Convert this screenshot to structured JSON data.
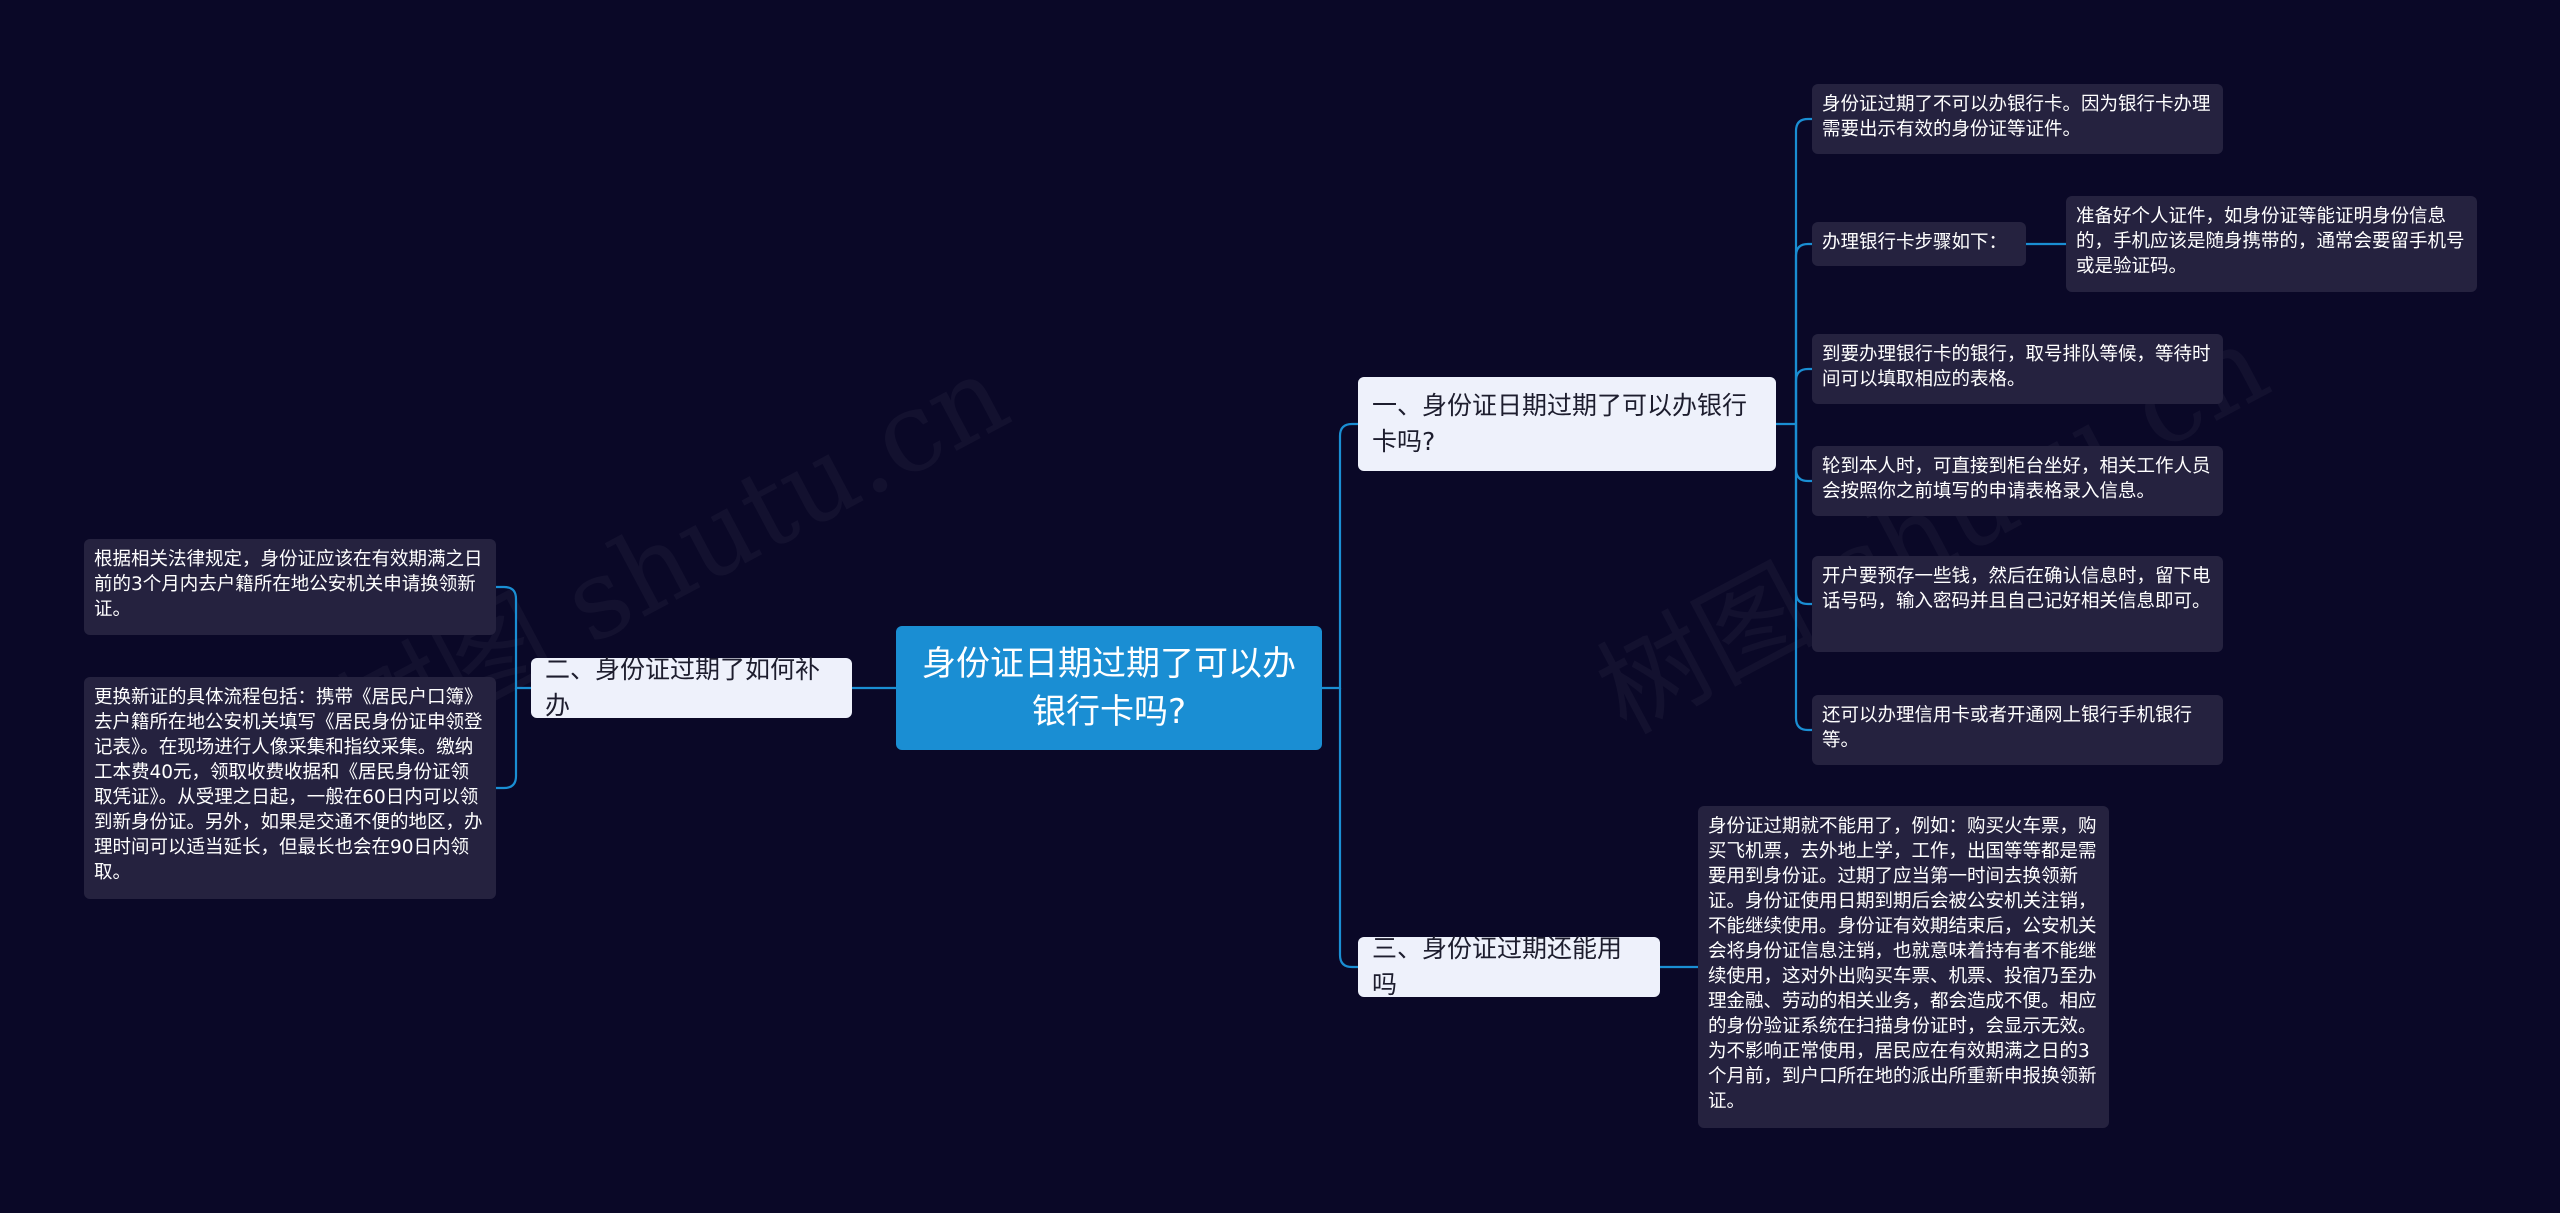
{
  "colors": {
    "background": "#0a0827",
    "root_fill": "#1a8ed3",
    "branch_fill": "#eef1fb",
    "leaf_fill": "#25223f",
    "connector": "#1a8ed3"
  },
  "watermark": "树图 shutu.cn",
  "root": {
    "text": "身份证日期过期了可以办银行卡吗?"
  },
  "branches": [
    {
      "text": "一、身份证日期过期了可以办银行卡吗?",
      "children": [
        {
          "text": "身份证过期了不可以办银行卡。因为银行卡办理需要出示有效的身份证等证件。"
        },
        {
          "text": "办理银行卡步骤如下：",
          "children": [
            {
              "text": "准备好个人证件，如身份证等能证明身份信息的，手机应该是随身携带的，通常会要留手机号或是验证码。"
            }
          ]
        },
        {
          "text": "到要办理银行卡的银行，取号排队等候，等待时间可以填取相应的表格。"
        },
        {
          "text": "轮到本人时，可直接到柜台坐好，相关工作人员会按照你之前填写的申请表格录入信息。"
        },
        {
          "text": "开户要预存一些钱，然后在确认信息时，留下电话号码，输入密码并且自己记好相关信息即可。"
        },
        {
          "text": "还可以办理信用卡或者开通网上银行手机银行等。"
        }
      ]
    },
    {
      "text": "二、身份证过期了如何补办",
      "children": [
        {
          "text": "根据相关法律规定，身份证应该在有效期满之日前的3个月内去户籍所在地公安机关申请换领新证。"
        },
        {
          "text": "更换新证的具体流程包括：携带《居民户口簿》去户籍所在地公安机关填写《居民身份证申领登记表》。在现场进行人像采集和指纹采集。缴纳工本费40元，领取收费收据和《居民身份证领取凭证》。从受理之日起，一般在60日内可以领到新身份证。另外，如果是交通不便的地区，办理时间可以适当延长，但最长也会在90日内领取。"
        }
      ]
    },
    {
      "text": "三、身份证过期还能用吗",
      "children": [
        {
          "text": "身份证过期就不能用了，例如：购买火车票，购买飞机票，去外地上学，工作，出国等等都是需要用到身份证。过期了应当第一时间去换领新证。身份证使用日期到期后会被公安机关注销，不能继续使用。身份证有效期结束后，公安机关会将身份证信息注销，也就意味着持有者不能继续使用，这对外出购买车票、机票、投宿乃至办理金融、劳动的相关业务，都会造成不便。相应的身份验证系统在扫描身份证时，会显示无效。为不影响正常使用，居民应在有效期满之日的3个月前，到户口所在地的派出所重新申报换领新证。"
        }
      ]
    }
  ]
}
